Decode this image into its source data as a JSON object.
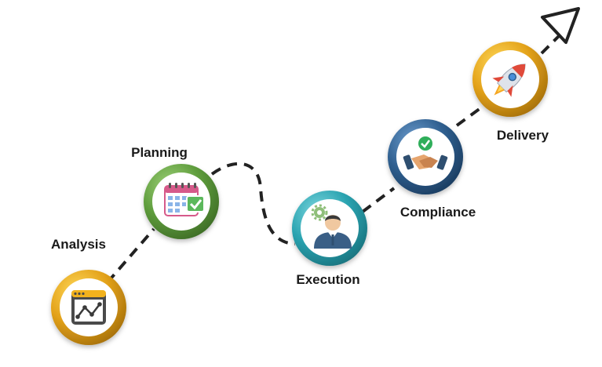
{
  "stages": [
    {
      "label": "Analysis",
      "icon": "analytics-chart-icon",
      "ring_color": "#e3a21a"
    },
    {
      "label": "Planning",
      "icon": "calendar-check-icon",
      "ring_color": "#5e9c3c"
    },
    {
      "label": "Execution",
      "icon": "businessman-gear-icon",
      "ring_color": "#2aa3b0"
    },
    {
      "label": "Compliance",
      "icon": "handshake-check-icon",
      "ring_color": "#2f5f8f"
    },
    {
      "label": "Delivery",
      "icon": "rocket-icon",
      "ring_color": "#e3a21a"
    }
  ],
  "path": {
    "style": "dashed",
    "end_icon": "arrowhead-icon",
    "color": "#222222"
  }
}
